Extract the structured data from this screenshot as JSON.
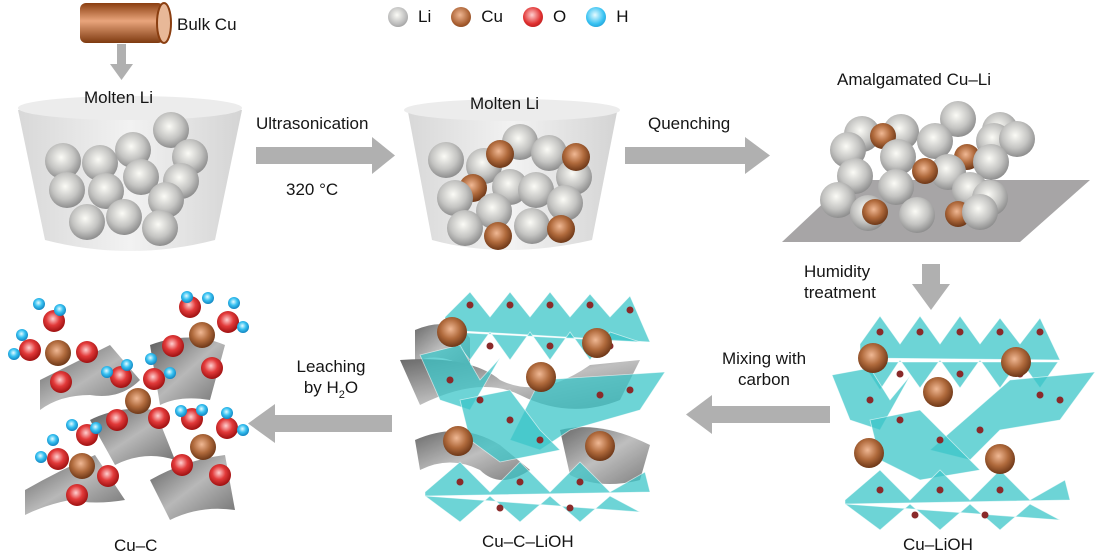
{
  "legend": [
    {
      "label": "Li",
      "color": "#a8a8a8",
      "icon": "li-atom-icon"
    },
    {
      "label": "Cu",
      "color": "#a0582a",
      "icon": "cu-atom-icon"
    },
    {
      "label": "O",
      "color": "#d42a2a",
      "icon": "o-atom-icon"
    },
    {
      "label": "H",
      "color": "#29b5ec",
      "icon": "h-atom-icon"
    }
  ],
  "colors": {
    "arrow": "#b0b0b0",
    "li": "#b8b8b8",
    "cu": "#9c5228",
    "o": "#d32b2b",
    "h": "#2ab4ea",
    "polyhedra": "#3cc6c8",
    "carbon": "#7a7a7a",
    "crucible": "#e6e6e6"
  },
  "steps": {
    "bulk_cu": "Bulk Cu",
    "molten_li_1": "Molten Li",
    "ultrasonication": "Ultrasonication",
    "temperature": "320 °C",
    "molten_li_2": "Molten Li",
    "quenching": "Quenching",
    "amalgamated": "Amalgamated Cu–Li",
    "humidity_1": "Humidity",
    "humidity_2": "treatment",
    "mixing_1": "Mixing with",
    "mixing_2": "carbon",
    "leaching_1": "Leaching",
    "leaching_2_prefix": "by H",
    "leaching_2_sub": "2",
    "leaching_2_suffix": "O"
  },
  "products": {
    "cu_lioh": "Cu–LiOH",
    "cu_c_lioh": "Cu–C–LiOH",
    "cu_c": "Cu–C"
  }
}
